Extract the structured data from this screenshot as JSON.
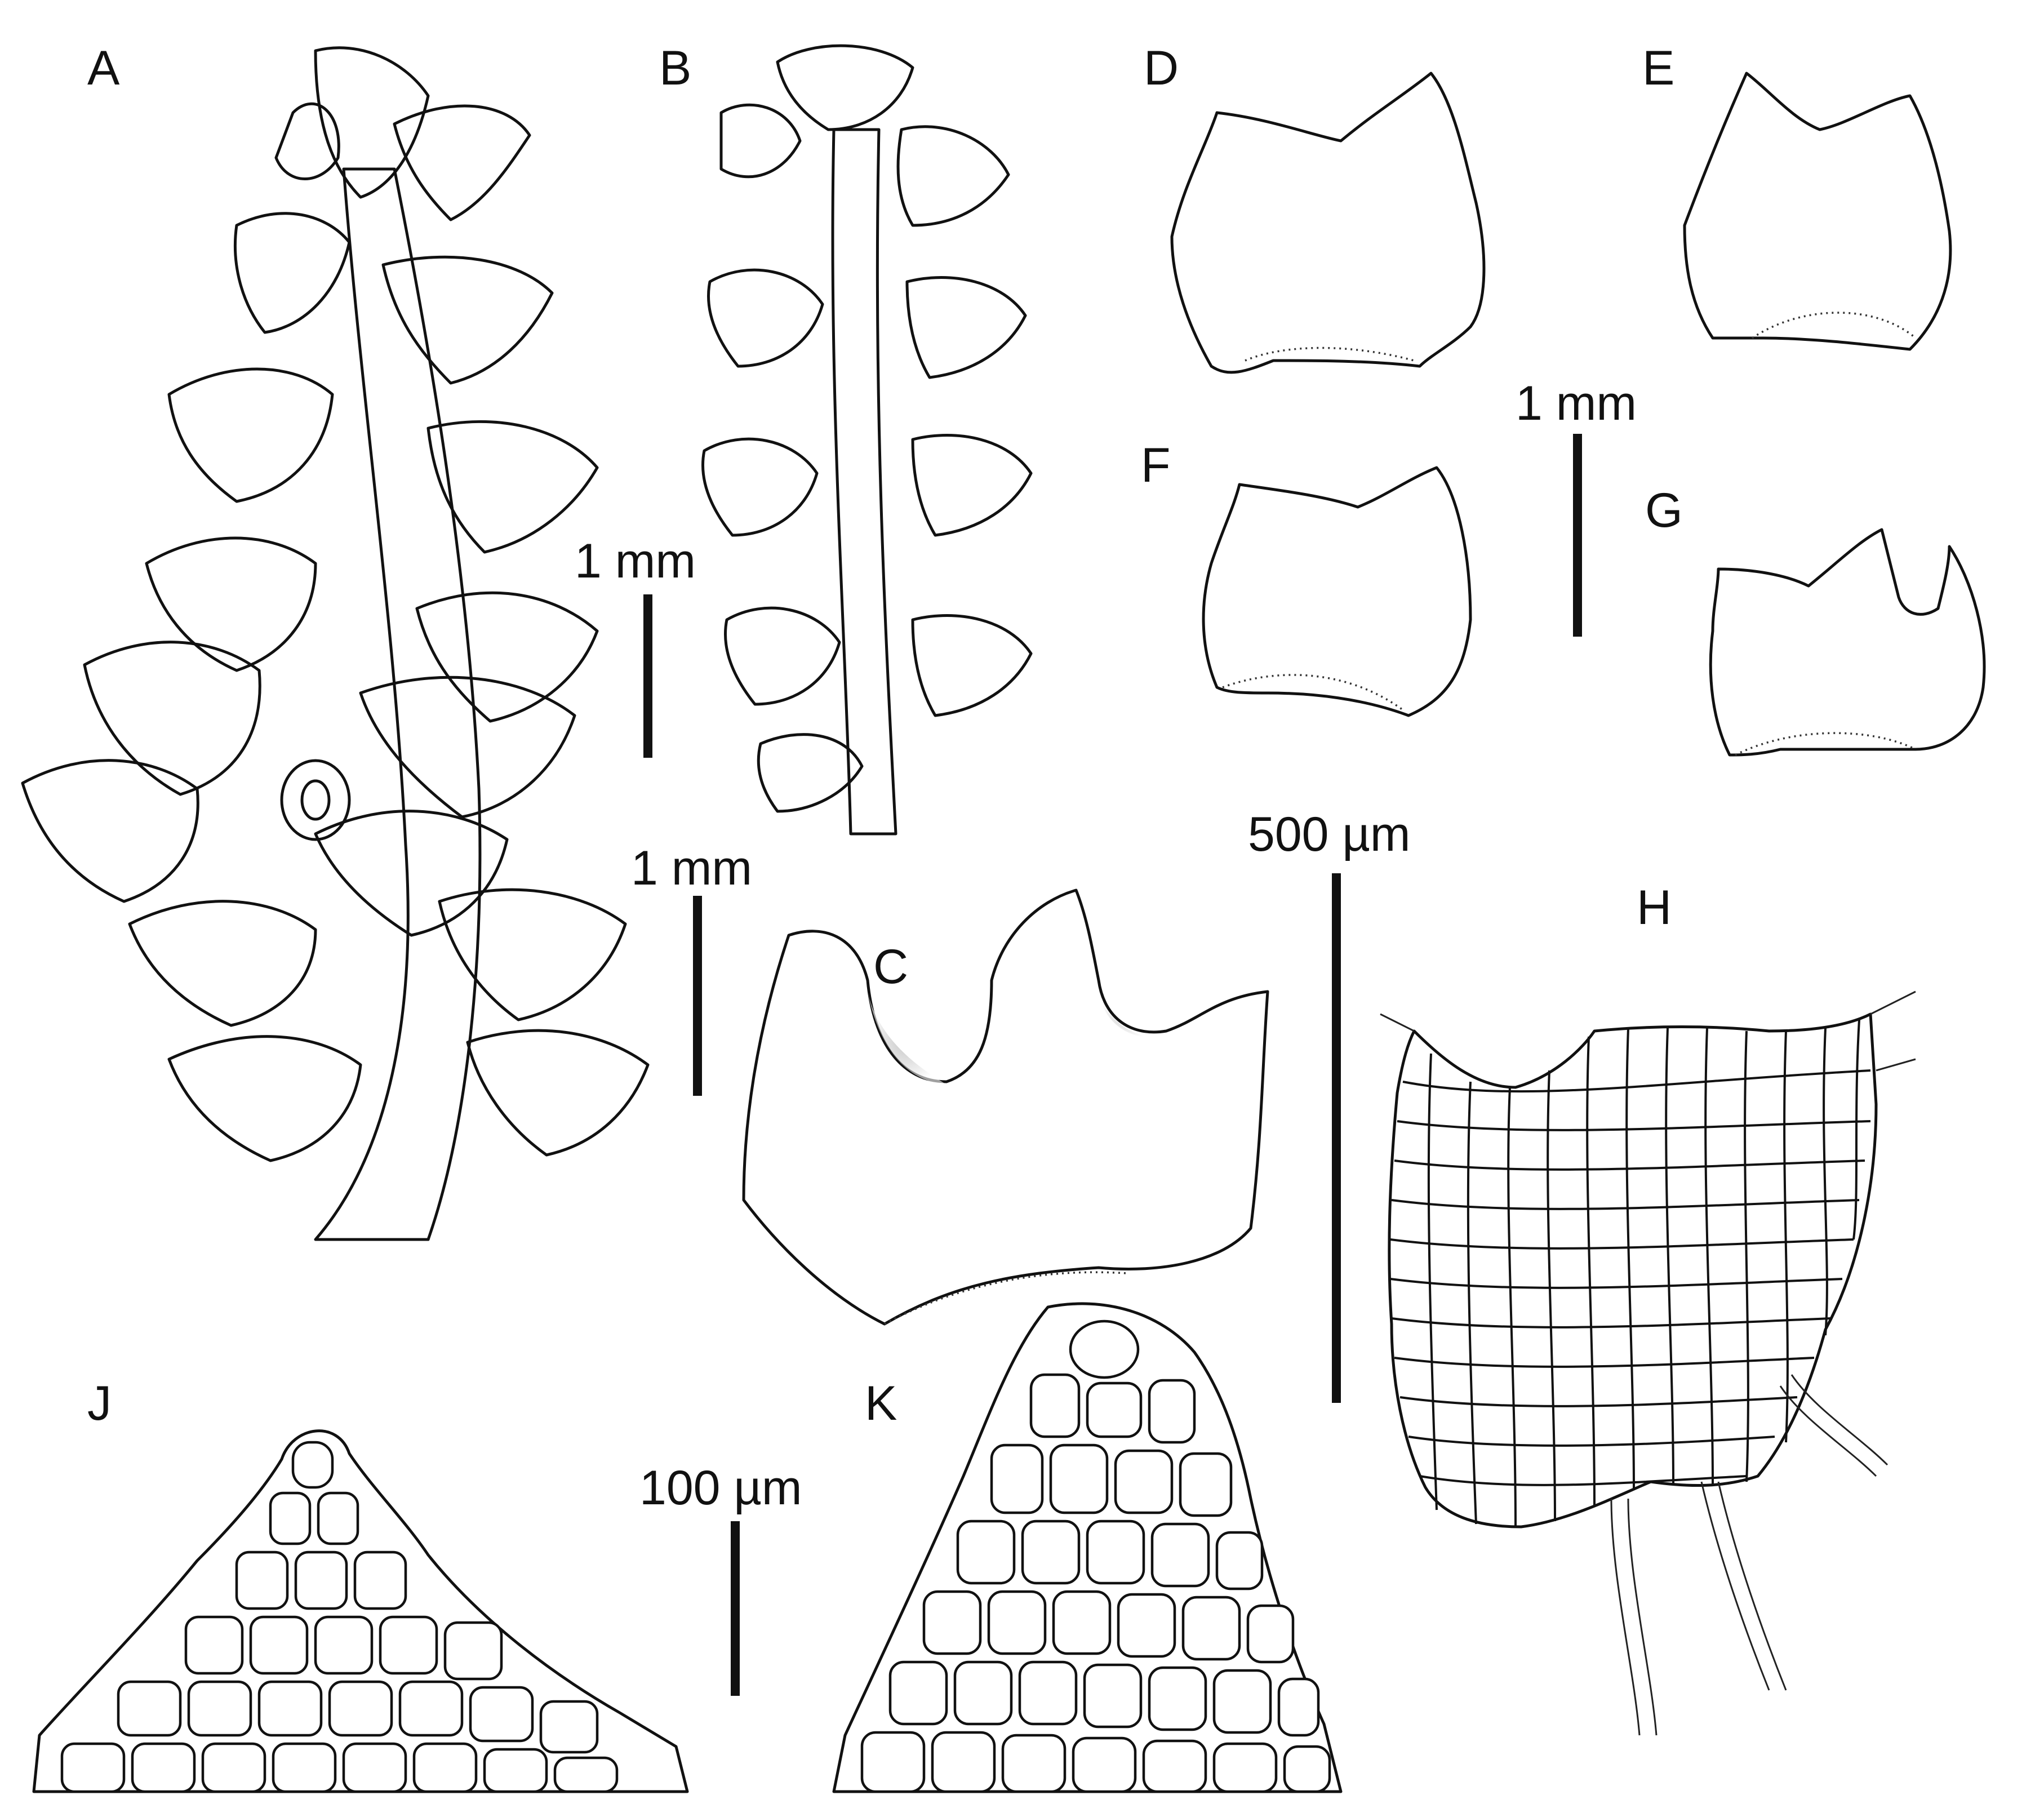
{
  "panels": {
    "A": "A",
    "B": "B",
    "C": "C",
    "D": "D",
    "E": "E",
    "F": "F",
    "G": "G",
    "H": "H",
    "J": "J",
    "K": "K"
  },
  "scale_bars": {
    "ab": "1 mm",
    "c": "1 mm",
    "dg": "1 mm",
    "h": "500 µm",
    "jk": "100 µm"
  }
}
